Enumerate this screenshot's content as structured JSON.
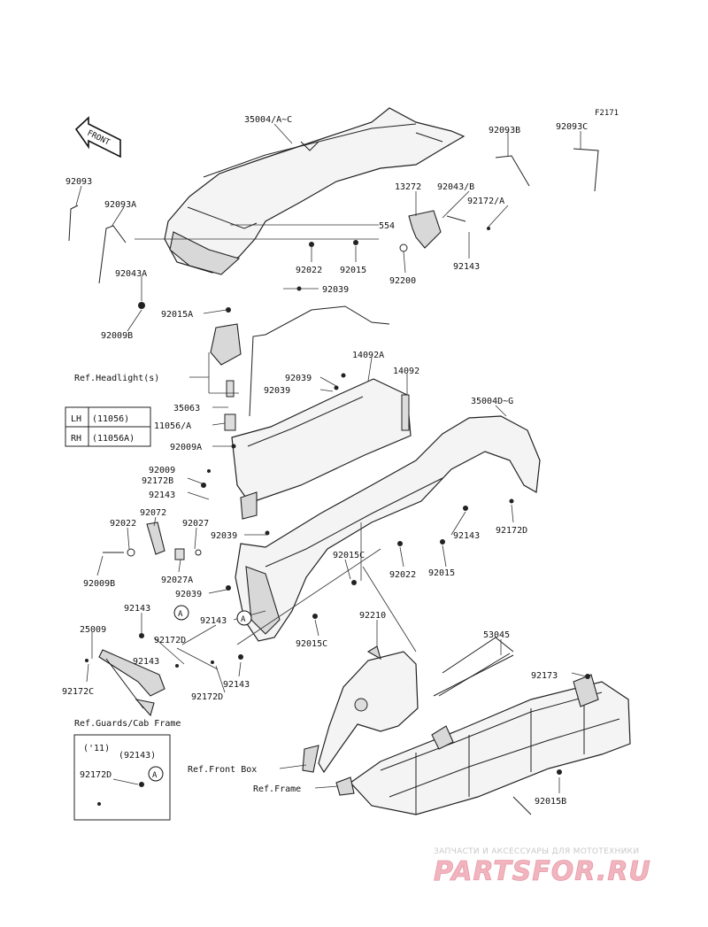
{
  "figure_id": "F2171",
  "front_arrow_label": "FRONT",
  "parts": [
    {
      "key": "p35004ac",
      "text": "35004/A~C"
    },
    {
      "key": "p92093b",
      "text": "92093B"
    },
    {
      "key": "p92093c",
      "text": "92093C"
    },
    {
      "key": "p92093",
      "text": "92093"
    },
    {
      "key": "p92093a",
      "text": "92093A"
    },
    {
      "key": "p13272",
      "text": "13272"
    },
    {
      "key": "p92043b",
      "text": "92043/B"
    },
    {
      "key": "p92172a",
      "text": "92172/A"
    },
    {
      "key": "p554",
      "text": "554"
    },
    {
      "key": "p92022a",
      "text": "92022"
    },
    {
      "key": "p92015a",
      "text": "92015"
    },
    {
      "key": "p92143a",
      "text": "92143"
    },
    {
      "key": "p92200",
      "text": "92200"
    },
    {
      "key": "p92043a",
      "text": "92043A"
    },
    {
      "key": "p92039a",
      "text": "92039"
    },
    {
      "key": "p92009b1",
      "text": "92009B"
    },
    {
      "key": "p92015a2",
      "text": "92015A"
    },
    {
      "key": "p14092a",
      "text": "14092A"
    },
    {
      "key": "p14092",
      "text": "14092"
    },
    {
      "key": "p92039b",
      "text": "92039"
    },
    {
      "key": "p92039c",
      "text": "92039"
    },
    {
      "key": "p35004dg",
      "text": "35004D~G"
    },
    {
      "key": "p35063",
      "text": "35063"
    },
    {
      "key": "p11056a",
      "text": "11056/A"
    },
    {
      "key": "p92009a",
      "text": "92009A"
    },
    {
      "key": "p92009",
      "text": "92009"
    },
    {
      "key": "p92172b",
      "text": "92172B"
    },
    {
      "key": "p92143b",
      "text": "92143"
    },
    {
      "key": "p92072",
      "text": "92072"
    },
    {
      "key": "p92022b",
      "text": "92022"
    },
    {
      "key": "p92027",
      "text": "92027"
    },
    {
      "key": "p92039d",
      "text": "92039"
    },
    {
      "key": "p92143c",
      "text": "92143"
    },
    {
      "key": "p92172d1",
      "text": "92172D"
    },
    {
      "key": "p92009b2",
      "text": "92009B"
    },
    {
      "key": "p92027a",
      "text": "92027A"
    },
    {
      "key": "p92015c1",
      "text": "92015C"
    },
    {
      "key": "p92022c",
      "text": "92022"
    },
    {
      "key": "p92015b",
      "text": "92015"
    },
    {
      "key": "p92039e",
      "text": "92039"
    },
    {
      "key": "p92143d",
      "text": "92143"
    },
    {
      "key": "p92143e",
      "text": "92143"
    },
    {
      "key": "p25009",
      "text": "25009"
    },
    {
      "key": "p92172d2",
      "text": "92172D"
    },
    {
      "key": "p92015c2",
      "text": "92015C"
    },
    {
      "key": "p92210",
      "text": "92210"
    },
    {
      "key": "p53045",
      "text": "53045"
    },
    {
      "key": "p92143f",
      "text": "92143"
    },
    {
      "key": "p92143g",
      "text": "92143"
    },
    {
      "key": "p92172c",
      "text": "92172C"
    },
    {
      "key": "p92172d3",
      "text": "92172D"
    },
    {
      "key": "p92173",
      "text": "92173"
    },
    {
      "key": "p92015bb",
      "text": "92015B"
    },
    {
      "key": "p92172d4",
      "text": "92172D"
    }
  ],
  "refs": {
    "headlights": "Ref.Headlight(s)",
    "guards": "Ref.Guards/Cab Frame",
    "front_box": "Ref.Front Box",
    "frame": "Ref.Frame"
  },
  "callout_letter": "A",
  "side_table": [
    {
      "side": "LH",
      "part": "(11056)"
    },
    {
      "side": "RH",
      "part": "(11056A)"
    }
  ],
  "year_box": {
    "year": "('11)",
    "part": "(92143)"
  },
  "watermark": {
    "line1": "ЗАПЧАСТИ И АКСЕССУАРЫ ДЛЯ МОТОТЕХНИКИ",
    "line2": "PARTSFOR.RU"
  }
}
